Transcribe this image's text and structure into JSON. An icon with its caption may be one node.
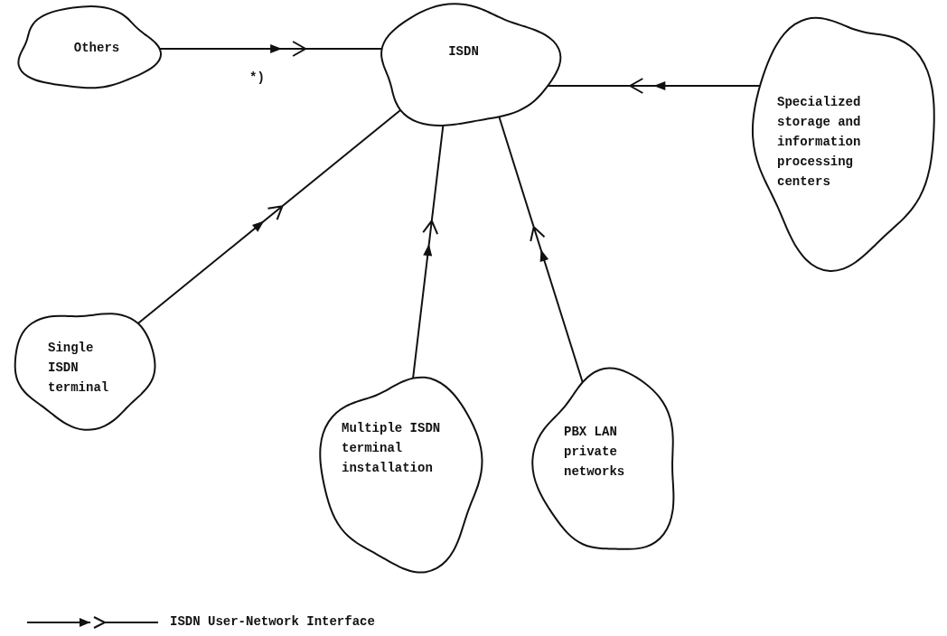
{
  "diagram": {
    "nodes": [
      {
        "text": [
          "Others"
        ]
      },
      {
        "text": [
          "ISDN"
        ]
      },
      {
        "text": [
          "Specialized storage and information processing centers"
        ]
      },
      {
        "text": [
          "Single ISDN terminal"
        ]
      },
      {
        "text": [
          "Multiple ISDN terminal installation"
        ]
      },
      {
        "text": [
          "PBX LAN private networks"
        ]
      }
    ],
    "edges": [
      {
        "from": 0,
        "to": 1,
        "arrow": "to"
      },
      {
        "from": 2,
        "to": 1,
        "arrow": "to"
      },
      {
        "from": 3,
        "to": 1,
        "arrow": "to"
      },
      {
        "from": 4,
        "to": 1,
        "arrow": "to"
      },
      {
        "from": 5,
        "to": 1,
        "arrow": "to"
      }
    ],
    "labels": [
      "*)"
    ],
    "legend": [
      {
        "text": "ISDN User-Network Interface"
      }
    ]
  }
}
